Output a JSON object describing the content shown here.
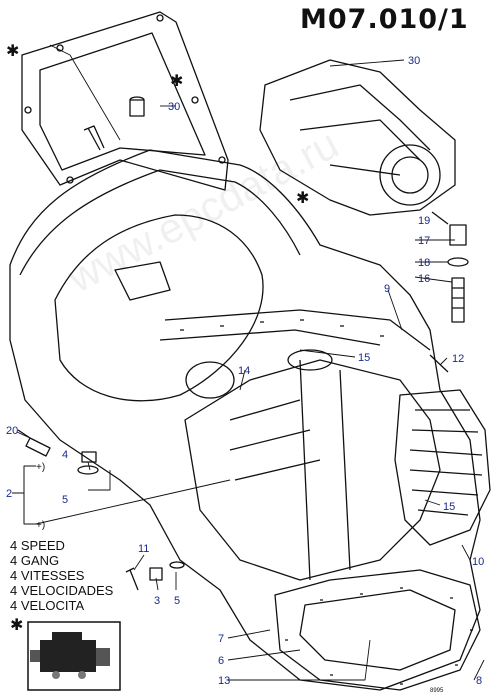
{
  "diagram": {
    "code": "M07.010/1",
    "watermark": "www.epcdata.ru",
    "callouts": [
      "30",
      "30",
      "19",
      "17",
      "18",
      "16",
      "9",
      "12",
      "15",
      "14",
      "15",
      "10",
      "20",
      "4",
      "5",
      "2",
      "11",
      "3",
      "5",
      "7",
      "6",
      "13",
      "8"
    ],
    "legend": [
      "4 SPEED",
      "4 GANG",
      "4 VITESSES",
      "4 VELOCIDADES",
      "4 VELOCITA"
    ],
    "star_symbol": "✱",
    "image_ref": "8995"
  },
  "colors": {
    "ink": "#111111",
    "callout": "#1a2a8a"
  }
}
